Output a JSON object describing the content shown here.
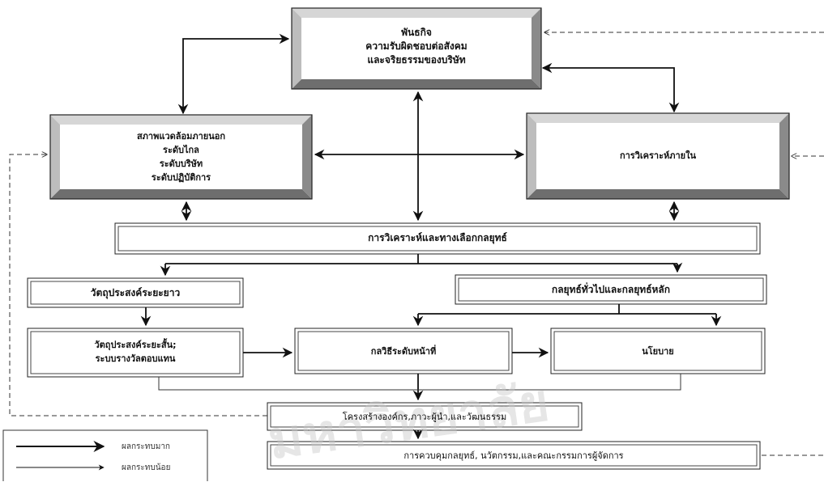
{
  "boxes": {
    "mission": {
      "lines": [
        "พันธกิจ",
        "ความรับผิดชอบต่อสังคม",
        "และจริยธรรมของบริษัท"
      ]
    },
    "external": {
      "lines": [
        "สภาพแวดล้อมภายนอก",
        "ระดับไกล",
        "ระดับบริษัท",
        "ระดับปฏิบัติการ"
      ]
    },
    "internal": {
      "lines": [
        "การวิเคราะห์ภายใน"
      ]
    },
    "analysis": {
      "label": "การวิเคราะห์และทางเลือกกลยุทธ์"
    },
    "long_term": {
      "label": "วัตถุประสงค์ระยะยาว"
    },
    "grand_strategy": {
      "label": "กลยุทธ์ทั่วไปและกลยุทธ์หลัก"
    },
    "short_term": {
      "lines": [
        "วัตถุประสงค์ระยะสั้น;",
        "ระบบรางวัลตอบแทน"
      ]
    },
    "functional": {
      "label": "กลวิธีระดับหน้าที่"
    },
    "policy": {
      "label": "นโยบาย"
    },
    "structure": {
      "label": "โครงสร้างองค์กร,ภาวะผู้นำ,และวัฒนธรรม"
    },
    "control": {
      "label": "การควบคุมกลยุทธ์, นวัตกรรม,และคณะกรรมการผู้จัดการ"
    }
  },
  "legend": {
    "major": "ผลกระทบมาก",
    "minor": "ผลกระทบน้อย"
  },
  "watermark": "มหาวิทยาลัย"
}
